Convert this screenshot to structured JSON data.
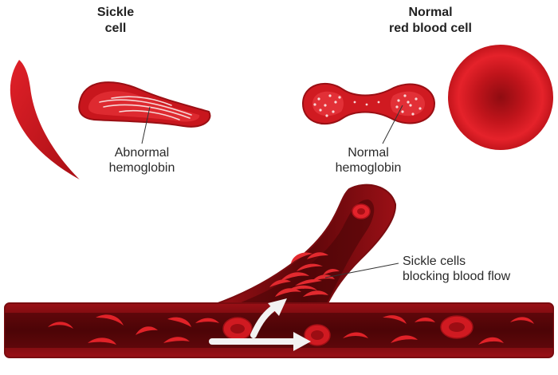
{
  "headings": {
    "sickle_line1": "Sickle",
    "sickle_line2": "cell",
    "normal_line1": "Normal",
    "normal_line2": "red blood cell"
  },
  "labels": {
    "abnormal_line1": "Abnormal",
    "abnormal_line2": "hemoglobin",
    "normal_line1": "Normal",
    "normal_line2": "hemoglobin",
    "blocking_line1": "Sickle cells",
    "blocking_line2": "blocking blood flow"
  },
  "colors": {
    "cell_red": "#d71920",
    "cell_dark": "#8e0d12",
    "vessel_outer": "#7a0c10",
    "vessel_inner": "#3d0406",
    "arrow": "#f2f2f2",
    "background": "#ffffff"
  }
}
